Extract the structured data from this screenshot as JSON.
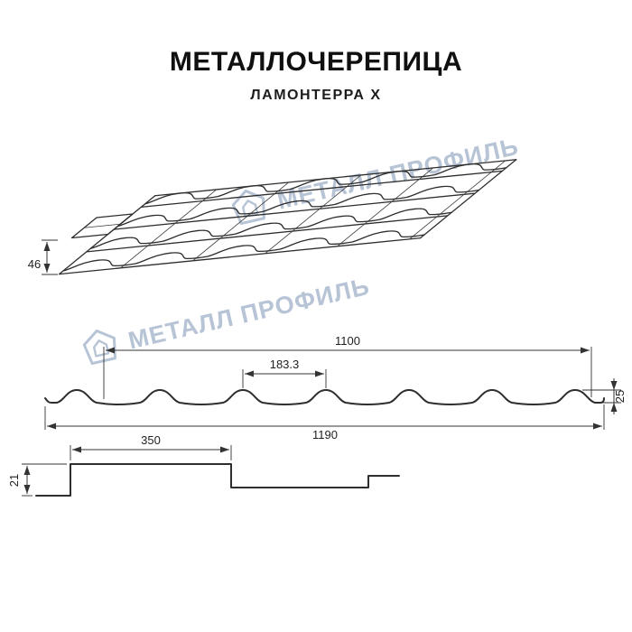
{
  "header": {
    "title": "МЕТАЛЛОЧЕРЕПИЦА",
    "subtitle": "ЛАМОНТЕРРА X"
  },
  "watermark": {
    "text": "МЕТАЛЛ ПРОФИЛЬ"
  },
  "dimensions": {
    "profile_height_perspective": "46",
    "cover_width": "1100",
    "module_width": "183.3",
    "wave_height": "25",
    "full_width": "1190",
    "step_length": "350",
    "step_height": "21"
  },
  "colors": {
    "line": "#2e2e2e",
    "watermark": "#b7c4d6"
  }
}
